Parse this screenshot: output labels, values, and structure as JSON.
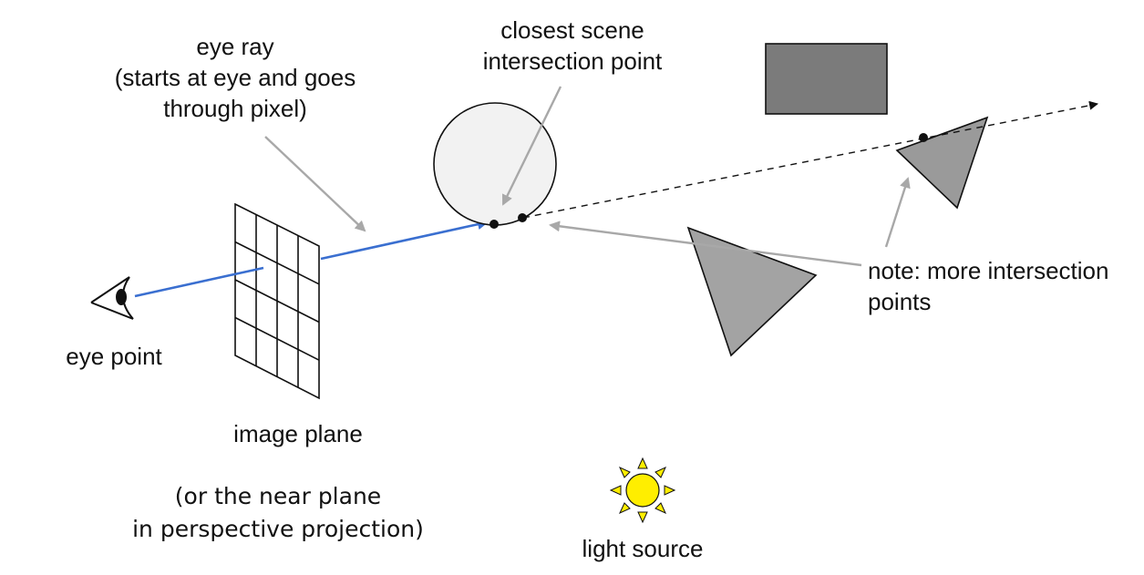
{
  "labels": {
    "eye_ray": [
      "eye ray",
      "(starts at eye and goes",
      "through pixel)"
    ],
    "closest_point": [
      "closest scene",
      "intersection point"
    ],
    "note": [
      "note: more intersection",
      "points"
    ],
    "eye_point": "eye point",
    "image_plane": "image plane",
    "near_plane": [
      "(or the near plane",
      "in perspective projection)"
    ],
    "light_source": "light source"
  },
  "colors": {
    "ray": "#3a6fd0",
    "pointer": "#a8a8a8",
    "rectangle": "#7b7b7b",
    "triangle": "#9a9a9a",
    "triangle_large": "#a3a3a3",
    "sphere": "#f2f2f2",
    "sun": "#ffee00"
  },
  "icons": [
    "eye-icon",
    "sun-icon"
  ]
}
